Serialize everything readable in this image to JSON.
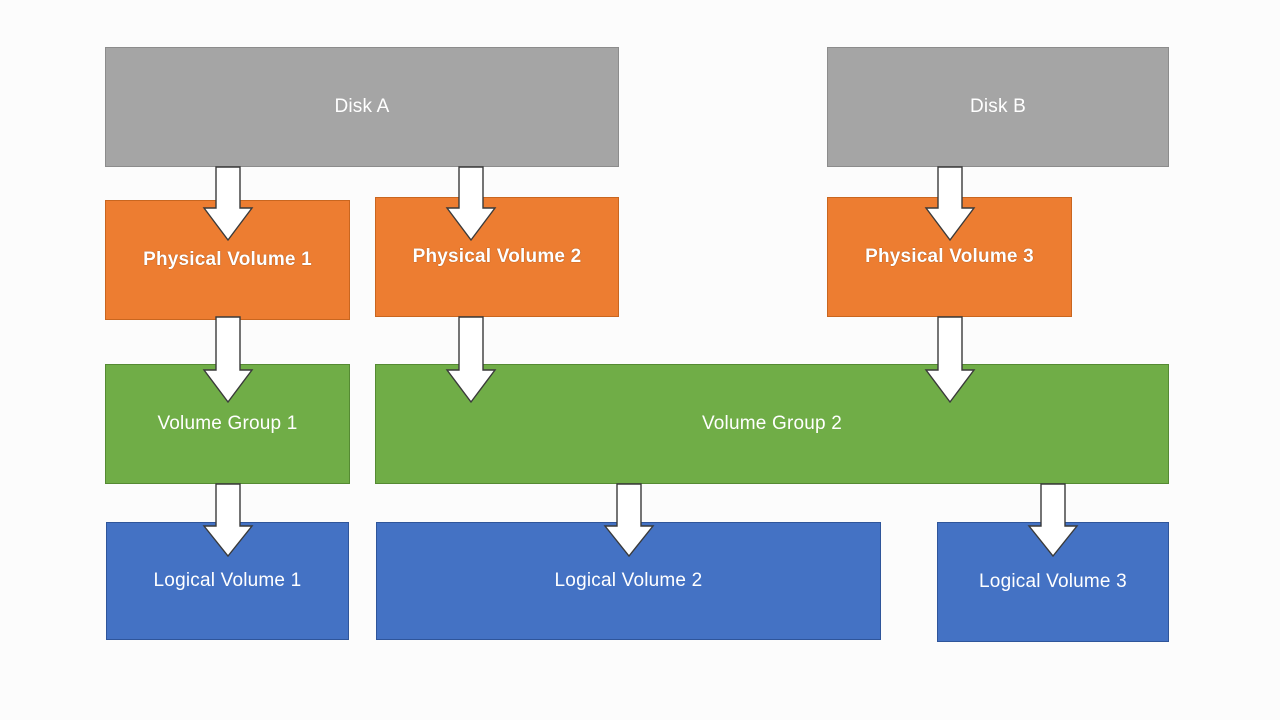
{
  "disks": {
    "disk_a": "Disk A",
    "disk_b": "Disk B"
  },
  "physical_volumes": {
    "pv_1": "Physical Volume 1",
    "pv_2": "Physical Volume 2",
    "pv_3": "Physical Volume 3"
  },
  "volume_groups": {
    "vg_1": "Volume Group 1",
    "vg_2": "Volume Group 2"
  },
  "logical_volumes": {
    "lv_1": "Logical Volume 1",
    "lv_2": "Logical Volume 2",
    "lv_3": "Logical Volume 3"
  },
  "colors": {
    "disk": "#a5a5a5",
    "physical_volume": "#ed7d31",
    "volume_group": "#70ad47",
    "logical_volume": "#4472c4",
    "arrow_fill": "#ffffff",
    "arrow_stroke": "#3a3a3a"
  },
  "connections": [
    {
      "from": "Disk A",
      "to": "Physical Volume 1"
    },
    {
      "from": "Disk A",
      "to": "Physical Volume 2"
    },
    {
      "from": "Disk B",
      "to": "Physical Volume 3"
    },
    {
      "from": "Physical Volume 1",
      "to": "Volume Group 1"
    },
    {
      "from": "Physical Volume 2",
      "to": "Volume Group 2"
    },
    {
      "from": "Physical Volume 3",
      "to": "Volume Group 2"
    },
    {
      "from": "Volume Group 1",
      "to": "Logical Volume 1"
    },
    {
      "from": "Volume Group 2",
      "to": "Logical Volume 2"
    },
    {
      "from": "Volume Group 2",
      "to": "Logical Volume 3"
    }
  ]
}
